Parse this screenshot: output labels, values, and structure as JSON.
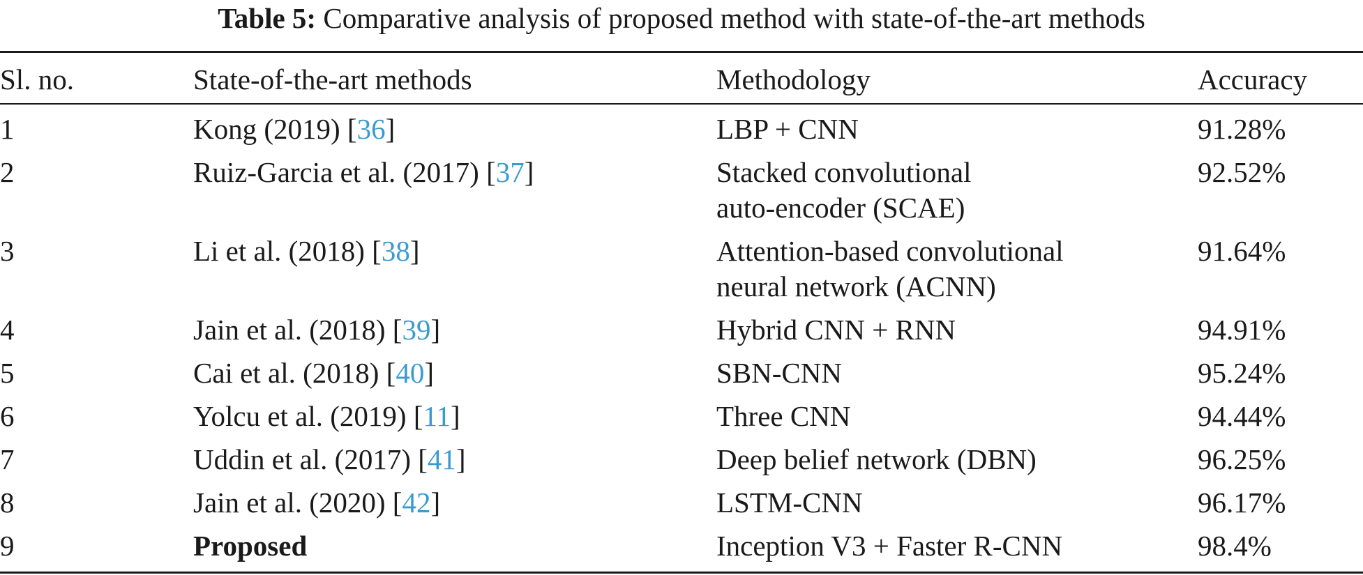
{
  "caption": {
    "label": "Table 5:",
    "text": "Comparative analysis of proposed method with state-of-the-art methods"
  },
  "table": {
    "headers": [
      "Sl. no.",
      "State-of-the-art methods",
      "Methodology",
      "Accuracy"
    ],
    "rows": [
      {
        "sl": "1",
        "method": "Kong (2019) [",
        "ref": "36",
        "close": "]",
        "methodology_l1": "LBP + CNN",
        "methodology_l2": "",
        "accuracy": "91.28%"
      },
      {
        "sl": "2",
        "method": "Ruiz-Garcia et al. (2017) [",
        "ref": "37",
        "close": "]",
        "methodology_l1": "Stacked convolutional",
        "methodology_l2": "auto-encoder (SCAE)",
        "accuracy": "92.52%"
      },
      {
        "sl": "3",
        "method": "Li et al. (2018) [",
        "ref": "38",
        "close": "]",
        "methodology_l1": "Attention-based convolutional",
        "methodology_l2": "neural network (ACNN)",
        "accuracy": "91.64%"
      },
      {
        "sl": "4",
        "method": "Jain et al. (2018) [",
        "ref": "39",
        "close": "]",
        "methodology_l1": "Hybrid CNN + RNN",
        "methodology_l2": "",
        "accuracy": "94.91%"
      },
      {
        "sl": "5",
        "method": "Cai et al. (2018) [",
        "ref": "40",
        "close": "]",
        "methodology_l1": "SBN-CNN",
        "methodology_l2": "",
        "accuracy": "95.24%"
      },
      {
        "sl": "6",
        "method": "Yolcu et al. (2019) [",
        "ref": "11",
        "close": "]",
        "methodology_l1": "Three CNN",
        "methodology_l2": "",
        "accuracy": "94.44%"
      },
      {
        "sl": "7",
        "method": "Uddin et al. (2017) [",
        "ref": "41",
        "close": "]",
        "methodology_l1": "Deep belief network (DBN)",
        "methodology_l2": "",
        "accuracy": "96.25%"
      },
      {
        "sl": "8",
        "method": "Jain et al. (2020) [",
        "ref": "42",
        "close": "]",
        "methodology_l1": "LSTM-CNN",
        "methodology_l2": "",
        "accuracy": "96.17%"
      },
      {
        "sl": "9",
        "method": "Proposed",
        "ref": "",
        "close": "",
        "methodology_l1": "Inception V3 + Faster R-CNN",
        "methodology_l2": "",
        "accuracy": "98.4%"
      }
    ]
  }
}
